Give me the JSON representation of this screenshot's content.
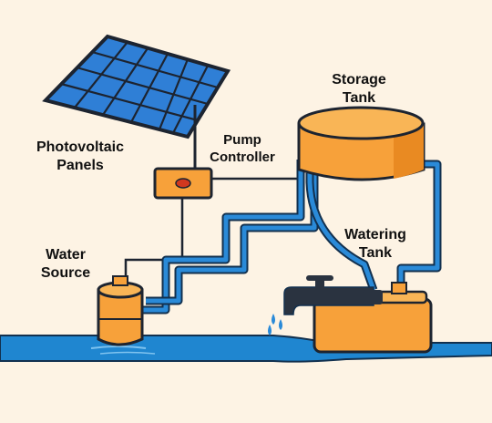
{
  "labels": {
    "photovoltaic_line1": "Photovoltaic",
    "photovoltaic_line2": "Panels",
    "pump_line1": "Pump",
    "pump_line2": "Controller",
    "storage_line1": "Storage",
    "storage_line2": "Tank",
    "watering_line1": "Watering",
    "watering_line2": "Tank",
    "water_line1": "Water",
    "water_line2": "Source"
  },
  "colors": {
    "background": "#fdf3e4",
    "panel_cell": "#2f7fd6",
    "panel_frame": "#1d2430",
    "tank_orange": "#f7a13a",
    "tank_shade": "#e98a22",
    "water_blue": "#1f86d0",
    "pipe_blue": "#2a8ad8",
    "wire": "#1d2430",
    "faucet": "#2a3340",
    "controller_light": "#d1381f"
  },
  "icons": {
    "panel": "solar-panel-icon",
    "controller": "pump-controller-icon",
    "storage": "storage-tank-icon",
    "watering": "watering-tank-icon",
    "source": "water-source-cylinder-icon",
    "faucet": "faucet-icon",
    "drops": "water-drops-icon"
  }
}
